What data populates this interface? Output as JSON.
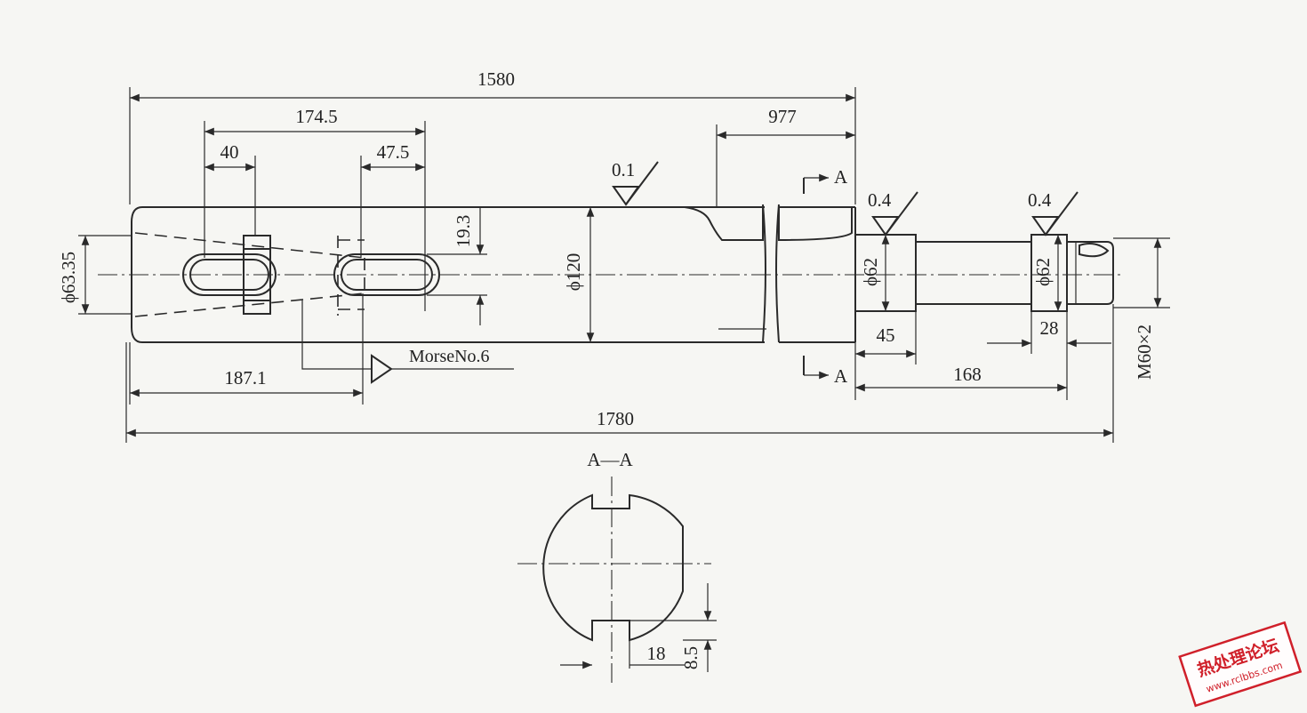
{
  "drawing": {
    "dimensions": {
      "overall_length": "1780",
      "length_1580": "1580",
      "length_977": "977",
      "length_174_5": "174.5",
      "slot_40": "40",
      "slot_47_5": "47.5",
      "depth_19_3": "19.3",
      "length_187_1": "187.1",
      "dia_63_35": "ϕ63.35",
      "dia_120": "ϕ120",
      "dia_62_a": "ϕ62",
      "dia_62_b": "ϕ62",
      "width_45": "45",
      "width_28": "28",
      "length_168": "168",
      "thread": "M60×2",
      "key_width_18": "18",
      "key_depth_8_5": "8.5"
    },
    "roughness": {
      "r1": "0.1",
      "r2": "0.4",
      "r3": "0.4"
    },
    "taper_note": "MorseNo.6",
    "section_label_top": "A",
    "section_label_bottom": "A",
    "section_title": "A—A"
  },
  "stamp": {
    "title": "热处理论坛",
    "url": "www.rclbbs.com"
  },
  "colors": {
    "paper": "#f6f6f3",
    "ink": "#2a2a2a",
    "stamp_red": "#d0202a"
  }
}
